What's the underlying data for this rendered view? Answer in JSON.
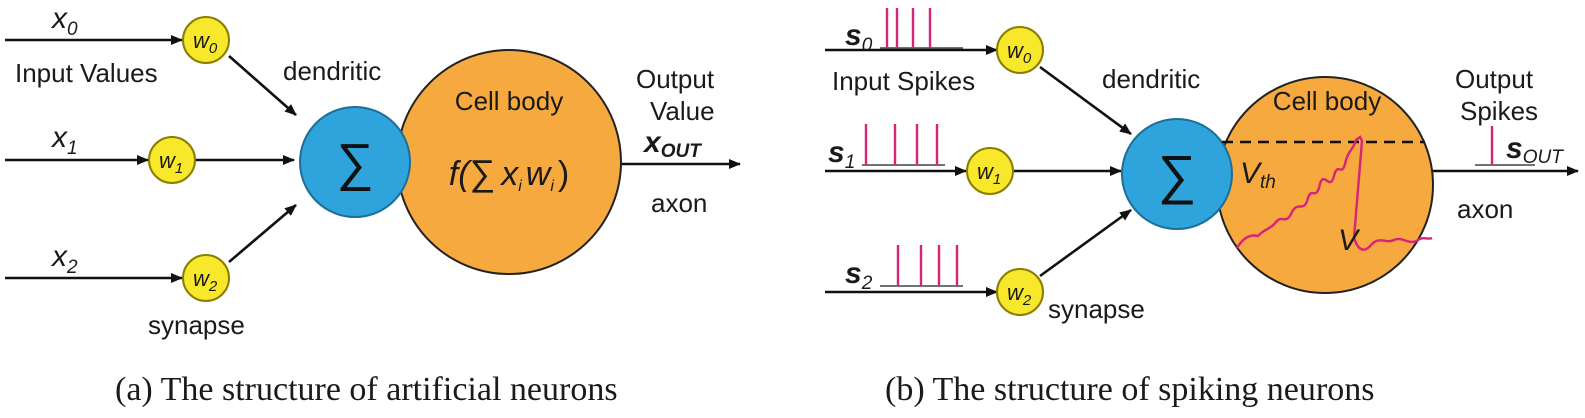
{
  "colors": {
    "weight_fill": "#f7e82b",
    "weight_stroke": "#8a7d00",
    "sum_fill": "#2ea3dc",
    "sum_stroke": "#1c6f98",
    "cell_fill": "#f6a93e",
    "cell_stroke": "#222222",
    "spike": "#d6247a",
    "line": "#111111"
  },
  "panel_a": {
    "inputs": [
      {
        "var": "x",
        "sub": "0",
        "weight_var": "w",
        "weight_sub": "0"
      },
      {
        "var": "x",
        "sub": "1",
        "weight_var": "w",
        "weight_sub": "1"
      },
      {
        "var": "x",
        "sub": "2",
        "weight_var": "w",
        "weight_sub": "2"
      }
    ],
    "input_values_label": "Input Values",
    "dendritic_label": "dendritic",
    "synapse_label": "synapse",
    "sum_symbol": "∑",
    "cell_body_label": "Cell body",
    "formula": {
      "f": "f(",
      "sum": "∑",
      "x": "x",
      "i1": "i",
      "w": "w",
      "i2": "i",
      "close": ")"
    },
    "output_label_1": "Output",
    "output_label_2": "Value",
    "output_var": "x",
    "output_sub": "OUT",
    "axon_label": "axon",
    "caption": "(a) The structure of artificial neurons"
  },
  "panel_b": {
    "inputs": [
      {
        "var": "s",
        "sub": "0",
        "weight_var": "w",
        "weight_sub": "0"
      },
      {
        "var": "s",
        "sub": "1",
        "weight_var": "w",
        "weight_sub": "1"
      },
      {
        "var": "s",
        "sub": "2",
        "weight_var": "w",
        "weight_sub": "2"
      }
    ],
    "input_spikes_label": "Input Spikes",
    "dendritic_label": "dendritic",
    "synapse_label": "synapse",
    "sum_symbol": "∑",
    "cell_body_label": "Cell body",
    "threshold_var": "V",
    "threshold_sub": "th",
    "potential_var": "V",
    "output_label_1": "Output",
    "output_label_2": "Spikes",
    "output_var": "s",
    "output_sub": "OUT",
    "axon_label": "axon",
    "caption": "(b) The structure of spiking neurons"
  }
}
